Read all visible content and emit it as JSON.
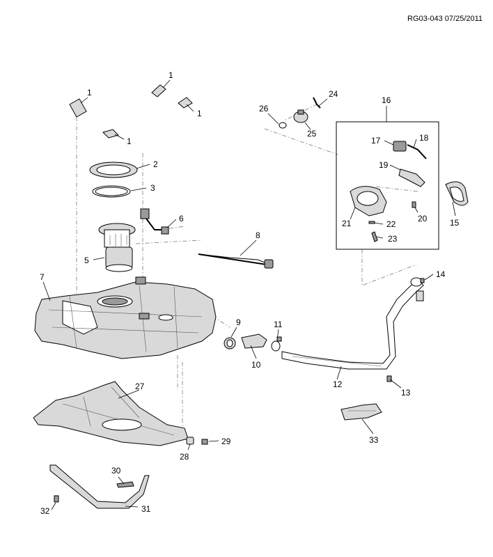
{
  "diagram": {
    "reference": "RG03-043 07/25/2011",
    "callouts": {
      "c1a": "1",
      "c1b": "1",
      "c1c": "1",
      "c1d": "1",
      "c2": "2",
      "c3": "3",
      "c5": "5",
      "c6": "6",
      "c7": "7",
      "c8": "8",
      "c9": "9",
      "c10": "10",
      "c11": "11",
      "c12": "12",
      "c13": "13",
      "c14": "14",
      "c15": "15",
      "c16": "16",
      "c17": "17",
      "c18": "18",
      "c19": "19",
      "c20": "20",
      "c21": "21",
      "c22": "22",
      "c23": "23",
      "c24": "24",
      "c25": "25",
      "c26": "26",
      "c27": "27",
      "c28": "28",
      "c29": "29",
      "c30": "30",
      "c31": "31",
      "c32": "32",
      "c33": "33"
    }
  }
}
